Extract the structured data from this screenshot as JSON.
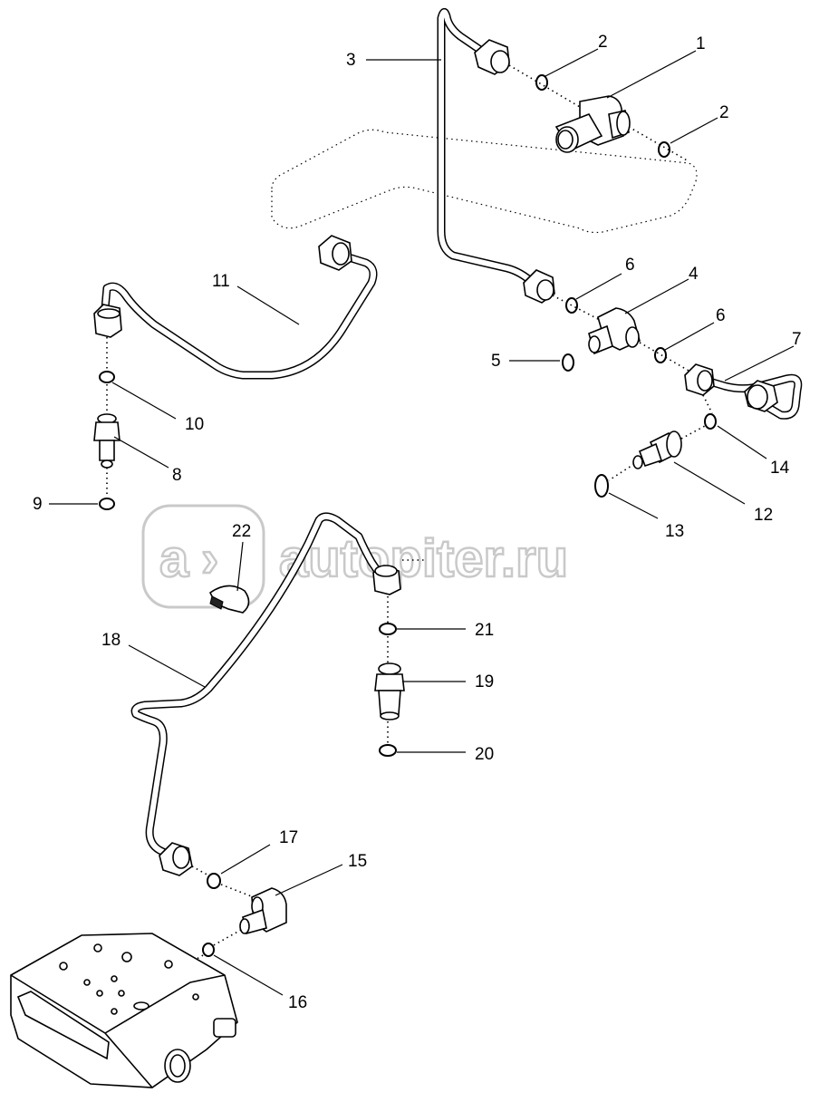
{
  "watermark": {
    "logo_mark": "a",
    "text": "autopiter.ru"
  },
  "callouts": {
    "p1": "1",
    "p2a": "2",
    "p2b": "2",
    "p3": "3",
    "p4": "4",
    "p5": "5",
    "p6a": "6",
    "p6b": "6",
    "p7": "7",
    "p8": "8",
    "p9": "9",
    "p10": "10",
    "p11": "11",
    "p12": "12",
    "p13": "13",
    "p14": "14",
    "p15": "15",
    "p16": "16",
    "p17": "17",
    "p18": "18",
    "p19": "19",
    "p20": "20",
    "p21": "21",
    "p22": "22"
  },
  "colors": {
    "line": "#000000",
    "watermark": "#c9c9c9",
    "background": "#ffffff"
  }
}
